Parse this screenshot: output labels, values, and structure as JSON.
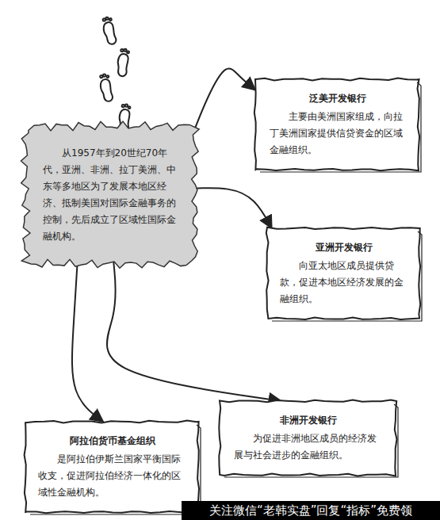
{
  "diagram": {
    "nodes": [
      {
        "text": [
          "从1957年到20世纪70年代，亚洲、非洲、拉丁美洲、中东等多地区为了发展本地区经济、抵制美国对国际金融事务的控制，先后成立了区域性国际金融机构。"
        ]
      },
      {
        "text": [
          "泛美开发银行",
          "主要由美洲国家组成，向拉丁美洲国家提供信贷资金的区域金融组织。"
        ]
      },
      {
        "text": [
          "亚洲开发银行",
          "向亚太地区成员提供贷款，促进本地区经济发展的金融组织。"
        ]
      },
      {
        "text": [
          "非洲开发银行",
          "为促进非洲地区成员的经济发展与社会进步的金融组织。"
        ]
      },
      {
        "text": [
          "阿拉伯货币基金组织",
          "是阿拉伯伊斯兰国家平衡国际收支，促进阿拉伯经济一体化的区域性金融机构。"
        ]
      }
    ],
    "edges": [
      {
        "from": 0,
        "to": 1,
        "arrow": "to"
      },
      {
        "from": 0,
        "to": 2,
        "arrow": "to"
      },
      {
        "from": 0,
        "to": 3,
        "arrow": "to"
      },
      {
        "from": 0,
        "to": 4,
        "arrow": "to"
      }
    ],
    "labels": [
      "关注微信“老韩实盘”回复“指标”免费领"
    ]
  }
}
